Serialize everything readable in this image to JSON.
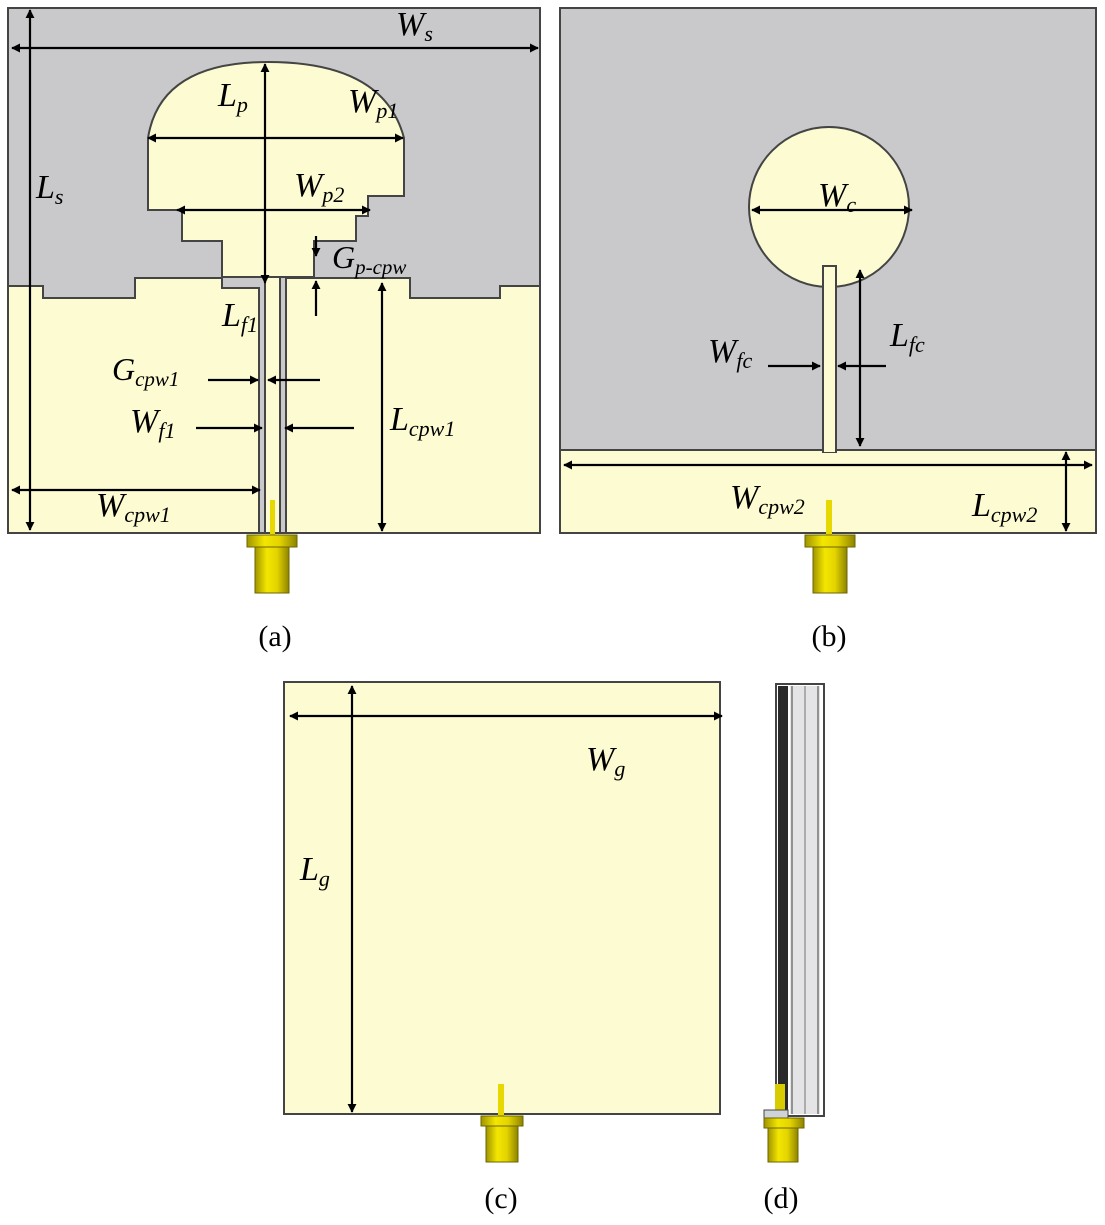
{
  "colors": {
    "substrate": "#c9c9cb",
    "copper": "#fcfbd2",
    "connector": "#e3d400",
    "connector_dark": "#9f9400"
  },
  "panels": {
    "a": {
      "caption": "(a)",
      "labels": {
        "ws": {
          "main": "W",
          "sub": "s"
        },
        "ls": {
          "main": "L",
          "sub": "s"
        },
        "lp": {
          "main": "L",
          "sub": "p"
        },
        "wp1": {
          "main": "W",
          "sub": "p1"
        },
        "wp2": {
          "main": "W",
          "sub": "p2"
        },
        "gpcpw": {
          "main": "G",
          "sub": "p-cpw"
        },
        "lf1": {
          "main": "L",
          "sub": "f1"
        },
        "gcpw1": {
          "main": "G",
          "sub": "cpw1"
        },
        "wf1": {
          "main": "W",
          "sub": "f1"
        },
        "lcpw1": {
          "main": "L",
          "sub": "cpw1"
        },
        "wcpw1": {
          "main": "W",
          "sub": "cpw1"
        }
      }
    },
    "b": {
      "caption": "(b)",
      "labels": {
        "wc": {
          "main": "W",
          "sub": "c"
        },
        "wfc": {
          "main": "W",
          "sub": "fc"
        },
        "lfc": {
          "main": "L",
          "sub": "fc"
        },
        "wcpw2": {
          "main": "W",
          "sub": "cpw2"
        },
        "lcpw2": {
          "main": "L",
          "sub": "cpw2"
        }
      }
    },
    "c": {
      "caption": "(c)",
      "labels": {
        "wg": {
          "main": "W",
          "sub": "g"
        },
        "lg": {
          "main": "L",
          "sub": "g"
        }
      }
    },
    "d": {
      "caption": "(d)"
    }
  }
}
